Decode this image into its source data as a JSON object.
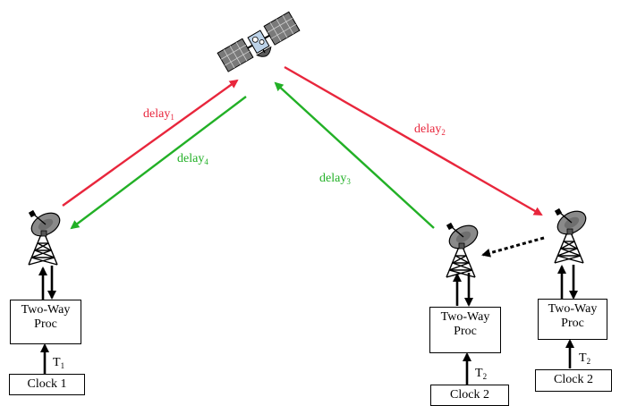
{
  "colors": {
    "red": "#e8263c",
    "green": "#22b026",
    "black": "#000000"
  },
  "delays": {
    "d1": {
      "base": "delay",
      "sub": "1"
    },
    "d2": {
      "base": "delay",
      "sub": "2"
    },
    "d3": {
      "base": "delay",
      "sub": "3"
    },
    "d4": {
      "base": "delay",
      "sub": "4"
    }
  },
  "stations": [
    {
      "proc_line1": "Two-Way",
      "proc_line2": "Proc",
      "t_base": "T",
      "t_sub": "1",
      "clock": "Clock 1"
    },
    {
      "proc_line1": "Two-Way",
      "proc_line2": "Proc",
      "t_base": "T",
      "t_sub": "2",
      "clock": "Clock 2"
    },
    {
      "proc_line1": "Two-Way",
      "proc_line2": "Proc",
      "t_base": "T",
      "t_sub": "2",
      "clock": "Clock 2"
    }
  ],
  "icons": [
    "satellite-icon",
    "dish-antenna-icon"
  ]
}
